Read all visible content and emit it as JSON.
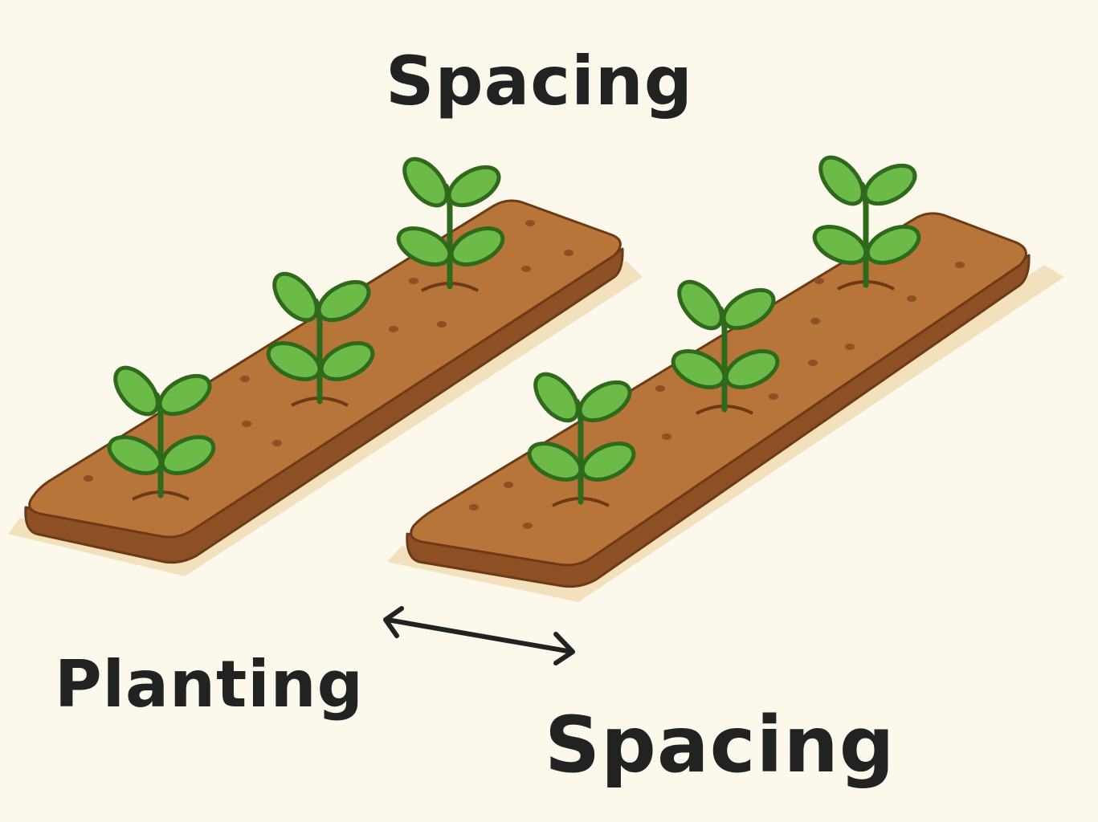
{
  "labels": {
    "top_spacing": "Spacing",
    "planting": "Planting",
    "bottom_spacing": "Spacing"
  },
  "colors": {
    "background": "#fcf9ec",
    "soil_top": "#b87539",
    "soil_side": "#8c5024",
    "soil_outline": "#6e3a15",
    "shadow": "#f3e1bd",
    "leaf": "#6cba47",
    "leaf_outline": "#2f6a1c",
    "text": "#222222"
  },
  "beds": [
    {
      "name": "left-bed",
      "plants": 3
    },
    {
      "name": "right-bed",
      "plants": 3
    }
  ]
}
